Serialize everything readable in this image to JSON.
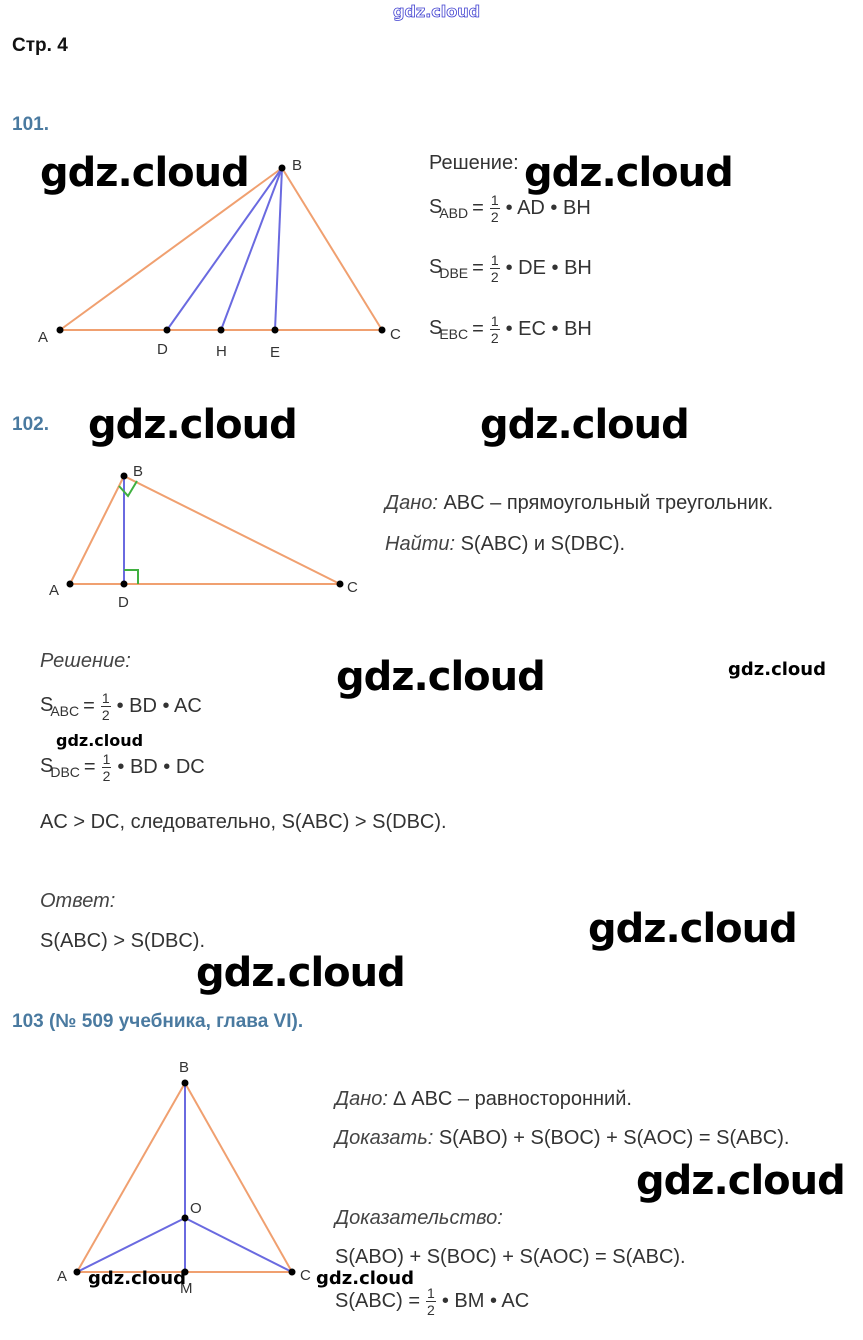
{
  "watermark": "gdz.cloud",
  "page_header": "Стр. 4",
  "p101": {
    "number": "101.",
    "solution_label": "Решение:",
    "formulas": [
      {
        "sub": "ABD",
        "num": "1",
        "den": "2",
        "rest": "• AD • BH"
      },
      {
        "sub": "DBE",
        "num": "1",
        "den": "2",
        "rest": "• DE • BH"
      },
      {
        "sub": "EBC",
        "num": "1",
        "den": "2",
        "rest": "• EC • BH"
      }
    ],
    "points": {
      "A": "A",
      "B": "B",
      "C": "C",
      "D": "D",
      "H": "H",
      "E": "E"
    }
  },
  "p102": {
    "number": "102.",
    "given_label": "Дано:",
    "given_text": "ABC – прямоугольный треугольник.",
    "find_label": "Найти:",
    "find_text": "S(ABC) и S(DBC).",
    "solution_label": "Решение:",
    "formulas": [
      {
        "sub": "ABC",
        "num": "1",
        "den": "2",
        "rest": "• BD • AC"
      },
      {
        "sub": "DBC",
        "num": "1",
        "den": "2",
        "rest": "• BD • DC"
      }
    ],
    "conclusion": "AC > DC, следовательно, S(ABC) > S(DBC).",
    "answer_label": "Ответ:",
    "answer_text": "S(ABC) > S(DBC).",
    "points": {
      "A": "A",
      "B": "B",
      "C": "C",
      "D": "D"
    }
  },
  "p103": {
    "number": "103 (№ 509 учебника, глава VI).",
    "given_label": "Дано:",
    "given_text": "∆ ABC – равносторонний.",
    "prove_label": "Доказать:",
    "prove_text": "S(ABO) + S(BOC) + S(AOC) = S(ABC).",
    "proof_label": "Доказательство:",
    "proof_line": "S(ABO) + S(BOC) + S(AOC) = S(ABC).",
    "formula": {
      "pre": "S(ABC) =",
      "num": "1",
      "den": "2",
      "rest": "• BM • AC"
    },
    "points": {
      "A": "A",
      "B": "B",
      "C": "C",
      "O": "O",
      "M": "M"
    }
  },
  "colors": {
    "side": "#f0a070",
    "segment": "#6a6ae0",
    "right_angle": "#40b040",
    "heading": "#4a7aa0"
  }
}
